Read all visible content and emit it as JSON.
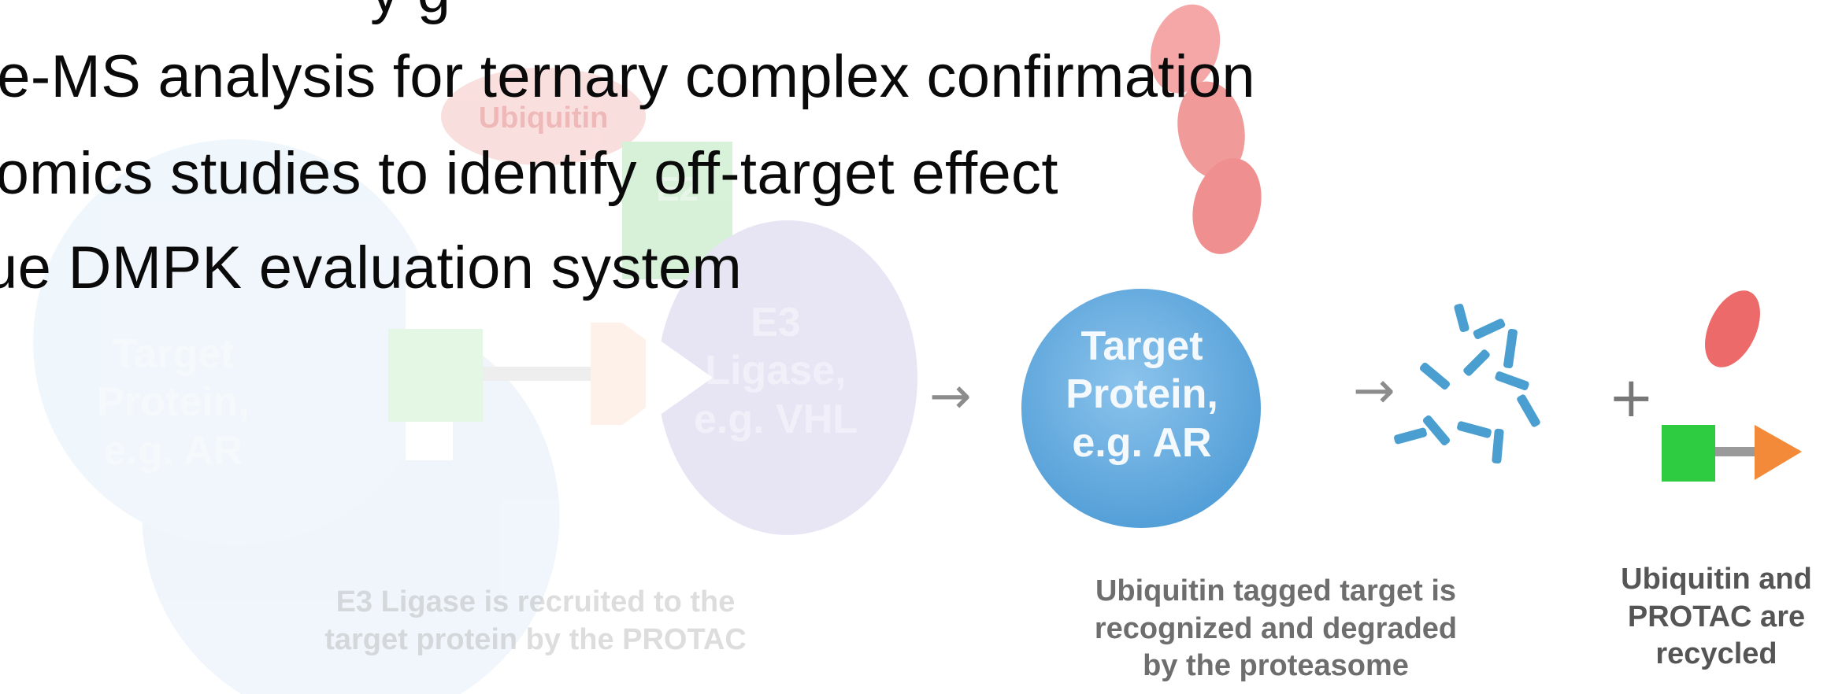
{
  "bullets": [
    "y                            g",
    "ve-MS analysis for ternary complex confirmation",
    "eomics studies to identify off-target effect",
    "ue DMPK evaluation system"
  ],
  "diagram": {
    "ubiquitin_label": "Ubiquitin",
    "e2_label": "E2",
    "target_protein_left": "Target\nProtein,\ne.g. AR",
    "e3_ligase": "E3\nLigase,\ne.g. VHL",
    "target_protein_right": "Target\nProtein,\ne.g. AR",
    "plus_sign": "+",
    "arrow_glyph": "→",
    "caption_recruit": "E3 Ligase is recruited to the\ntarget protein by the PROTAC",
    "caption_degrade": "Ubiquitin tagged target is\nrecognized and degraded\nby the proteasome",
    "caption_recycle": "Ubiquitin and\nPROTAC are\nrecycled"
  },
  "colors": {
    "target_blue": "#6aaee0",
    "target_faded": "#cfe3f4",
    "e3_purple": "#b0a8d8",
    "protac_green": "#2ecc40",
    "protac_orange": "#f28a3a",
    "ubiquitin_red": "#ec6a6a",
    "fragment_blue": "#4a9fd0"
  }
}
